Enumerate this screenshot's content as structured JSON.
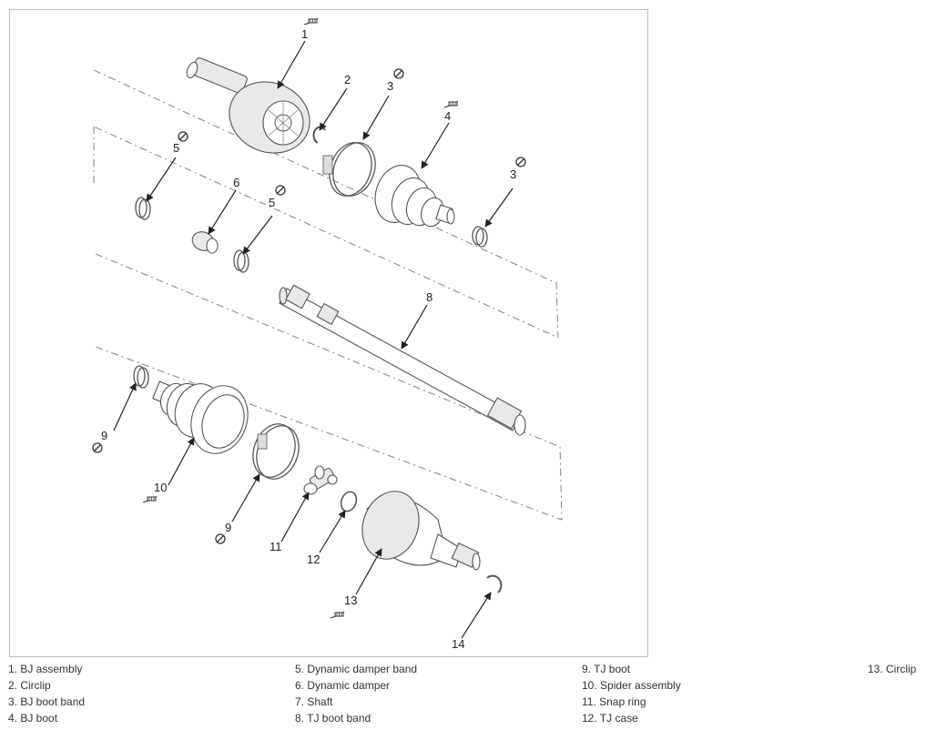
{
  "diagram": {
    "callouts": [
      "1",
      "2",
      "3",
      "4",
      "5",
      "6",
      "5",
      "3",
      "8",
      "9",
      "10",
      "9",
      "11",
      "12",
      "13",
      "14"
    ]
  },
  "legend": {
    "columns": [
      [
        "1. BJ assembly",
        "2. Circlip",
        "3. BJ boot band",
        "4. BJ boot"
      ],
      [
        "5. Dynamic damper band",
        "6. Dynamic damper",
        "7. Shaft",
        "8. TJ boot band"
      ],
      [
        "9. TJ boot",
        "10. Spider assembly",
        "11. Snap ring",
        "12. TJ case"
      ],
      [
        "13. Circlip"
      ]
    ]
  }
}
